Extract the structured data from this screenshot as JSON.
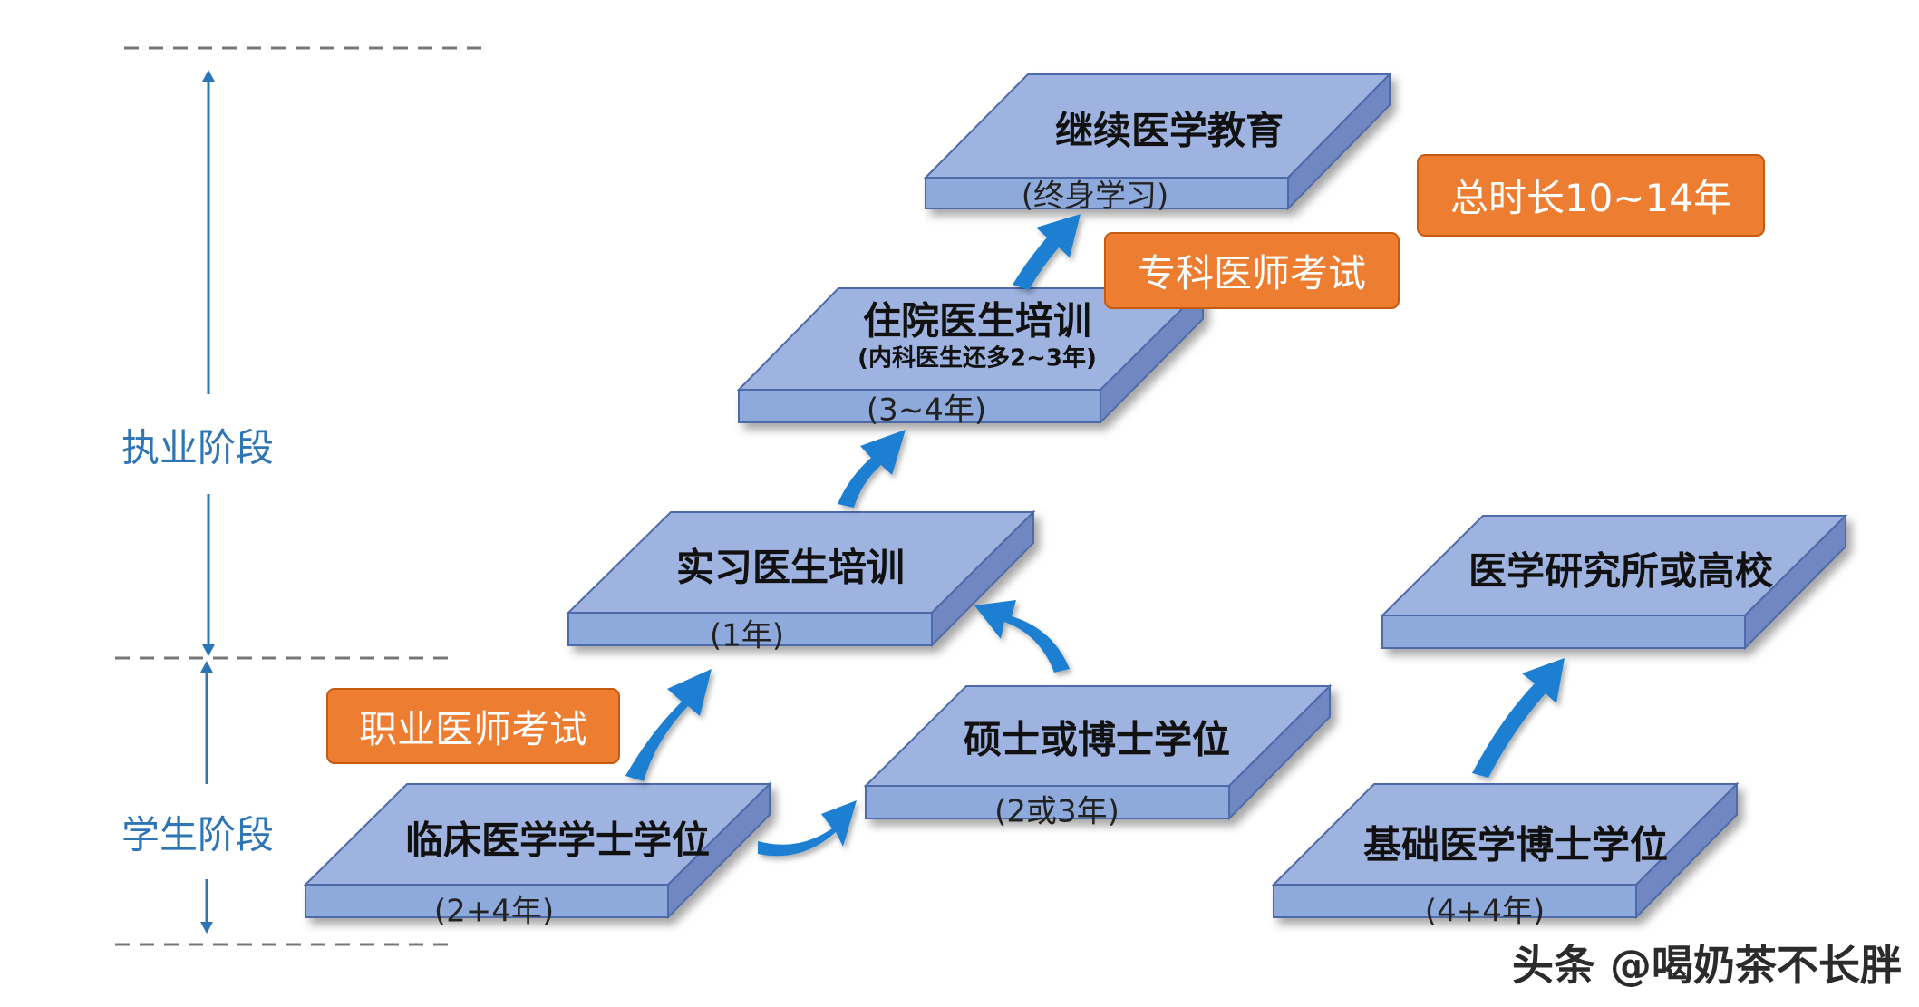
{
  "phases": {
    "practice": "执业阶段",
    "student": "学生阶段"
  },
  "stages": {
    "clinical_bachelor": {
      "title": "临床医学学士学位",
      "duration": "(2+4年)"
    },
    "master_phd": {
      "title": "硕士或博士学位",
      "duration": "(2或3年)"
    },
    "intern": {
      "title": "实习医生培训",
      "duration": "(1年)"
    },
    "resident": {
      "title": "住院医生培训",
      "note": "(内科医生还多2~3年)",
      "duration": "(3~4年)"
    },
    "continuing": {
      "title": "继续医学教育",
      "duration": "(终身学习)"
    },
    "basic_phd": {
      "title": "基础医学博士学位",
      "duration": "(4+4年)"
    },
    "institute": {
      "title": "医学研究所或高校"
    }
  },
  "tags": {
    "practitioner_exam": "职业医师考试",
    "specialist_exam": "专科医师考试",
    "total_duration": "总时长10~14年"
  },
  "watermark": "头条 @喝奶茶不长胖",
  "colors": {
    "slab_top": "#9fb3e0",
    "slab_front": "#8ea9db",
    "slab_side": "#6f87c2",
    "slab_edge": "#4e6aa9",
    "arrow": "#1f7fd1",
    "tag_fill": "#ed7d31",
    "phase_text": "#2e75b6",
    "divider": "#777777"
  }
}
